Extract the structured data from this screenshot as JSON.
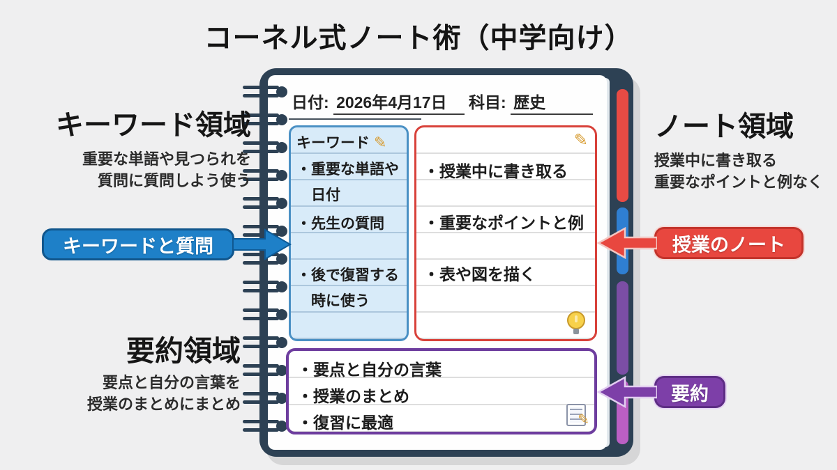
{
  "title": "コーネル式ノート術（中学向け）",
  "colors": {
    "cover_navy": "#2d4154",
    "keyword_border": "#4a90c4",
    "keyword_fill": "#d8ebf9",
    "notes_border": "#d8413a",
    "summary_border": "#6d3d9e",
    "arrow_blue": "#1e80c8",
    "arrow_red": "#e8473f",
    "arrow_purple": "#7d3fa8",
    "tab_red": "#e84b44",
    "tab_blue": "#2f7fd2",
    "tab_purple": "#7b4ea5",
    "tab_pink": "#bb5fc4"
  },
  "notebook": {
    "date_label": "日付:",
    "date_value": "2026年4月17日",
    "subject_label": "科目:",
    "subject_value": "歴史",
    "keyword_column": {
      "header": "キーワード",
      "items": [
        "・重要な単語や日付",
        "・先生の質問",
        "・後で復習する時に使う"
      ]
    },
    "notes_column": {
      "items": [
        "・授業中に書き取る",
        "・重要なポイントと例",
        "・表や図を描く"
      ]
    },
    "summary_section": {
      "items": [
        "・要点と自分の言葉",
        "・授業のまとめ",
        "・復習に最適"
      ]
    }
  },
  "annotations": {
    "keyword_area": {
      "heading": "キーワード領域",
      "line1": "重要な単語や見つられを",
      "line2": "質問に質問しよう使う"
    },
    "note_area": {
      "heading": "ノート領域",
      "line1": "授業中に書き取る",
      "line2": "重要なポイントと例なく"
    },
    "summary_area": {
      "heading": "要約領域",
      "line1": "要点と自分の言葉を",
      "line2": "授業のまとめにまとめ"
    }
  },
  "arrows": {
    "keyword": {
      "label": "キーワードと質問"
    },
    "notes": {
      "label": "授業のノート"
    },
    "summary": {
      "label": "要約"
    }
  },
  "icons": {
    "pencil": "✎"
  }
}
